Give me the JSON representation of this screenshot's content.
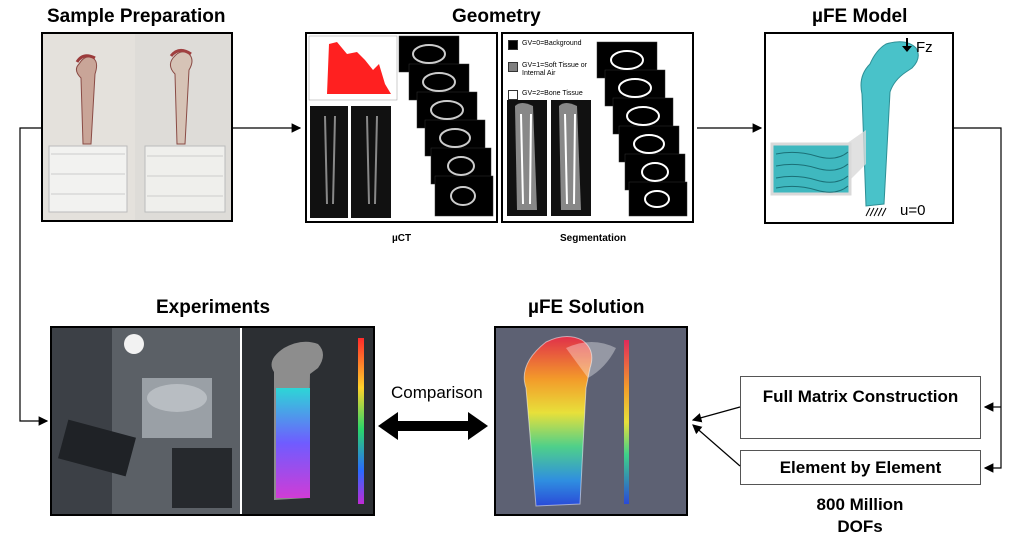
{
  "titles": {
    "sample_preparation": "Sample Preparation",
    "geometry": "Geometry",
    "ufe_model": "µFE Model",
    "experiments": "Experiments",
    "ufe_solution": "µFE Solution"
  },
  "captions": {
    "uct": "µCT",
    "segmentation": "Segmentation"
  },
  "legend": [
    {
      "label": "GV=0=Background",
      "color": "#000000"
    },
    {
      "label": "GV=1=Soft Tissue or Internal Air",
      "color": "#808080"
    },
    {
      "label": "GV=2=Bone Tissue",
      "color": "#ffffff"
    }
  ],
  "model_labels": {
    "force": "Fz",
    "boundary": "u=0"
  },
  "comparison_label": "Comparison",
  "boxes": {
    "full_matrix": "Full Matrix Construction",
    "element_by_element": "Element by Element"
  },
  "dofs": {
    "line1": "800 Million",
    "line2": "DOFs"
  }
}
